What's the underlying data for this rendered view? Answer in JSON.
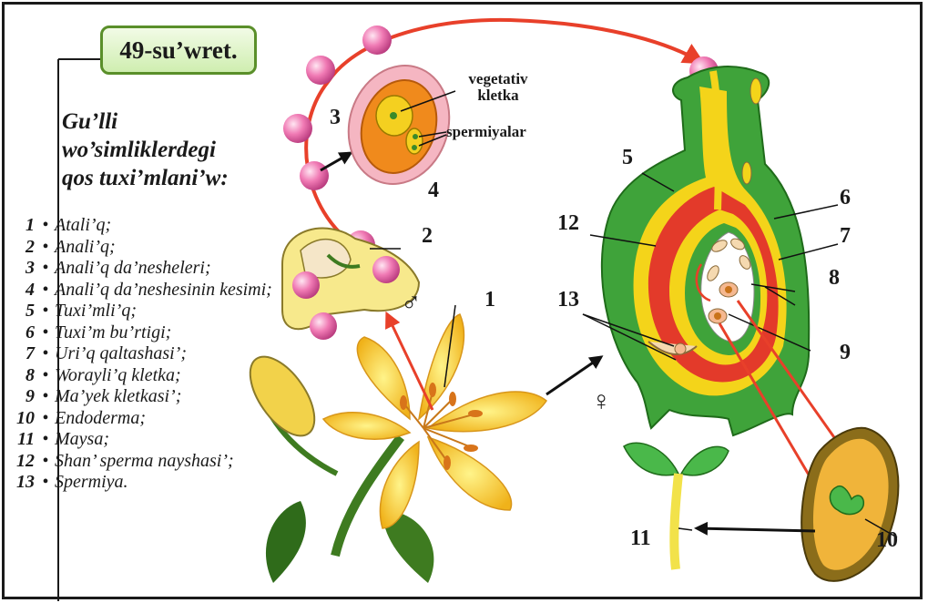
{
  "figure_label": "49-su’wret.",
  "title_lines": [
    "Gu’lli",
    "wo’simliklerdegi",
    "qos tuxi’mlani’w:"
  ],
  "legend": [
    {
      "num": "1",
      "text": "Atali’q;"
    },
    {
      "num": "2",
      "text": "Anali’q;"
    },
    {
      "num": "3",
      "text": "Anali’q da’nesheleri;"
    },
    {
      "num": "4",
      "text": "Anali’q da’neshesinin kesimi;"
    },
    {
      "num": "5",
      "text": "Tuxi’mli’q;"
    },
    {
      "num": "6",
      "text": "Tuxi’m bu’rtigi;"
    },
    {
      "num": "7",
      "text": "Uri’q qaltashasi’;"
    },
    {
      "num": "8",
      "text": "Worayli’q kletka;"
    },
    {
      "num": "9",
      "text": "Ma’yek kletkasi’;"
    },
    {
      "num": "10",
      "text": "Endoderma;"
    },
    {
      "num": "11",
      "text": "Maysa;"
    },
    {
      "num": "12",
      "text": "Shan’ sperma nayshasi’;"
    },
    {
      "num": "13",
      "text": "Spermiya."
    }
  ],
  "callouts": {
    "vegetativ_line1": "vegetativ",
    "vegetativ_line2": "kletka",
    "spermiyalar": "spermiyalar",
    "n1": "1",
    "n2": "2",
    "n3": "3",
    "n4": "4",
    "n5": "5",
    "n6": "6",
    "n7": "7",
    "n8": "8",
    "n9": "9",
    "n10": "10",
    "n11": "11",
    "n12": "12",
    "n13": "13"
  },
  "symbols": {
    "male": "♂",
    "female": "♀"
  }
}
